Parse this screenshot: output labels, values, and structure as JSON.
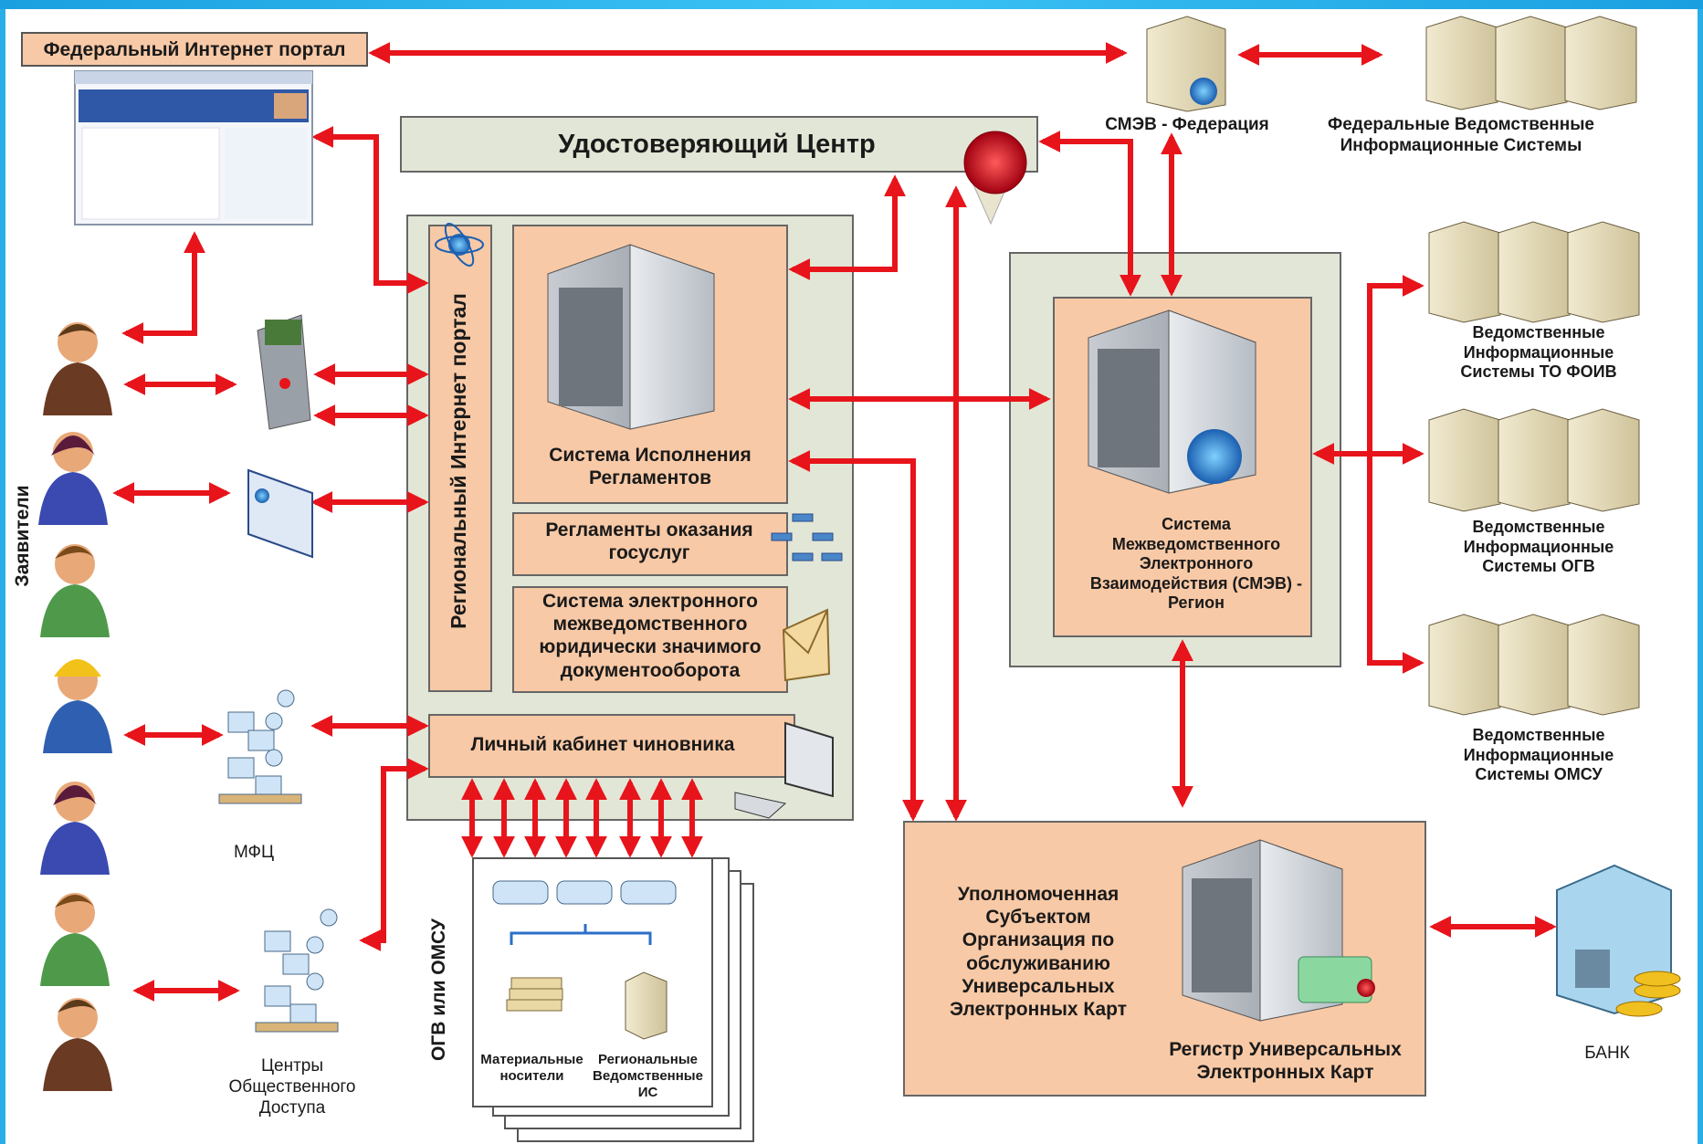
{
  "federal_portal": "Федеральный Интернет портал",
  "cert_center": "Удостоверяющий Центр",
  "smev_federation": "СМЭВ - Федерация",
  "federal_dept_systems": "Федеральные Ведомственные Информационные Системы",
  "regional_portal": "Региональный Интернет портал",
  "regulation_system": "Система Исполнения Регламентов",
  "regulations_services": "Регламенты оказания госуслуг",
  "edms": "Система электронного межведомственного юридически значимого документооборота",
  "official_cabinet": "Личный кабинет чиновника",
  "smev_region": "Система Межведомственного Электронного Взаимодействия (СМЭВ) - Регион",
  "foiv_systems": "Ведомственные Информационные Системы ТО ФОИВ",
  "ogv_systems": "Ведомственные Информационные Системы ОГВ",
  "omsu_systems": "Ведомственные Информационные Системы ОМСУ",
  "applicants": "Заявители",
  "mfc": "МФЦ",
  "public_access_centers": "Центры Общественного Доступа",
  "ogv_omsu": "ОГВ или ОМСУ",
  "material_media": "Материальные носители",
  "regional_dept_is": "Региональные Ведомственные ИС",
  "card_org": "Уполномоченная Субъектом Организация по обслуживанию Универсальных Электронных Карт",
  "card_registry": "Регистр Универсальных Электронных Карт",
  "bank": "БАНК",
  "colors": {
    "arrow": "#e8141b",
    "panel_bg": "#e2e6d6",
    "box_bg": "#f8c9a6",
    "person_skin": "#e8a878"
  }
}
